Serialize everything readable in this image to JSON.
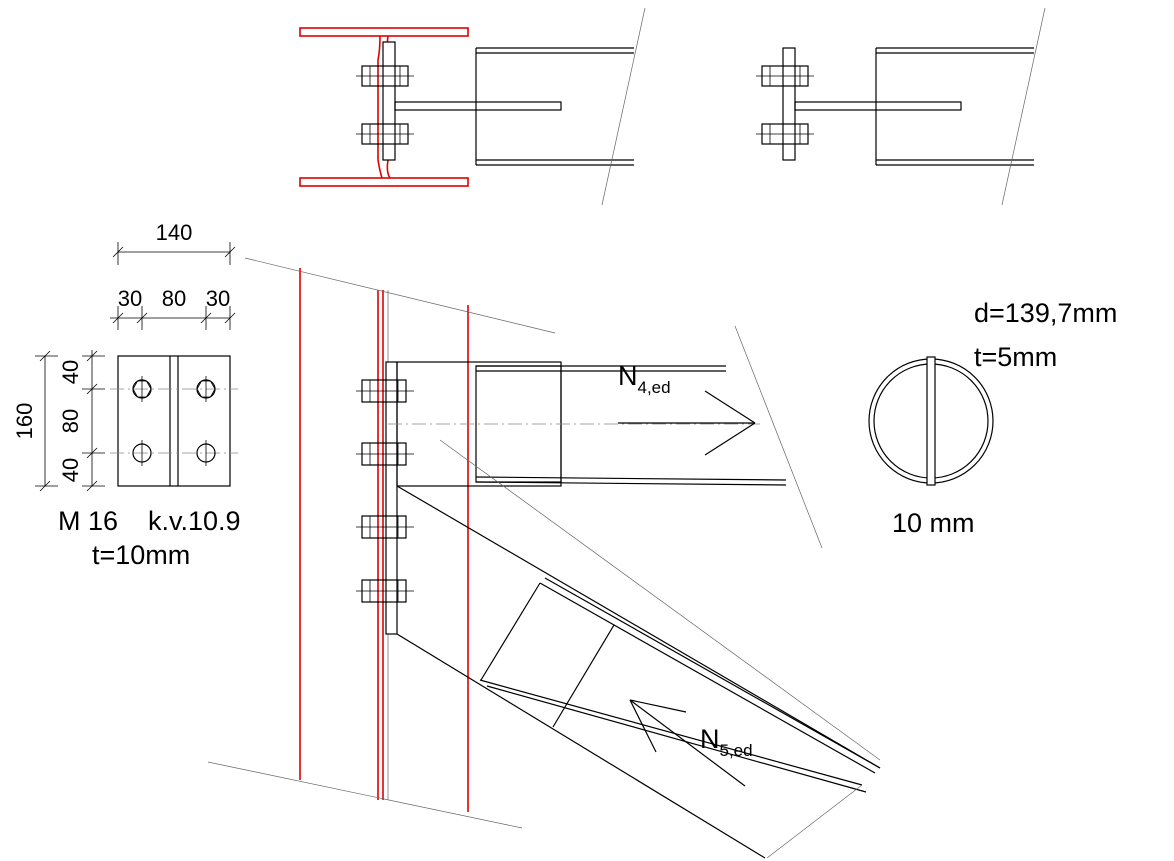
{
  "plate_dims": {
    "width_total": "140",
    "edge_left": "30",
    "spacing_mid": "80",
    "edge_right": "30",
    "height_total": "160",
    "edge_top": "40",
    "spacing_vert": "80",
    "edge_bottom": "40"
  },
  "bolt_spec": {
    "bolt": "M 16",
    "grade": "k.v.10.9",
    "plate_thickness": "t=10mm"
  },
  "tube": {
    "diameter": "d=139,7mm",
    "wall_thickness": "t=5mm",
    "gusset_thickness": "10 mm"
  },
  "forces": {
    "n4_main": "N",
    "n4_sub": "4,ed",
    "n5_main": "N",
    "n5_sub": "5,ed"
  },
  "colors": {
    "column_line": "#e00000",
    "drawing_line": "#000000"
  }
}
